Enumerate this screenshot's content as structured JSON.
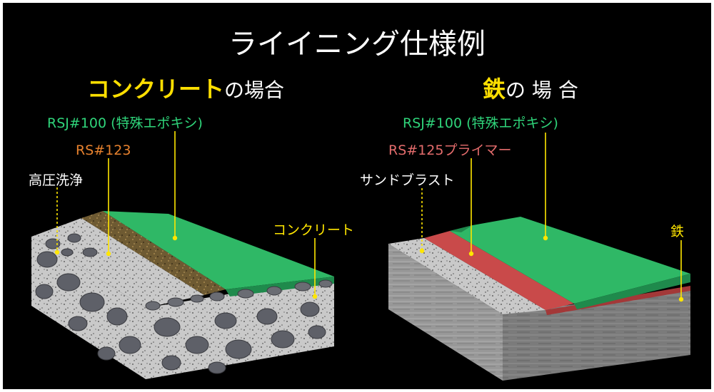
{
  "title": "ライイニング仕様例",
  "left": {
    "heading_highlight": "コンクリート",
    "heading_suffix": "の場合",
    "labels": {
      "top_coat": "RSJ#100 (特殊エポキシ)",
      "primer": "RS#123",
      "surface_prep": "高圧洗浄",
      "substrate": "コンクリート"
    }
  },
  "right": {
    "heading_highlight": "鉄",
    "heading_suffix": "の 場 合",
    "labels": {
      "top_coat": "RSJ#100 (特殊エポキシ)",
      "primer": "RS#125プライマー",
      "surface_prep": "サンドブラスト",
      "substrate": "鉄"
    }
  },
  "colors": {
    "background": "#000000",
    "top_coat": "#2fb866",
    "concrete_primer": "#6e5a32",
    "steel_primer": "#c94a4a",
    "concrete": "#8d8f95",
    "steel": "#7c7c7c",
    "label_green": "#2fd47a",
    "label_orange": "#e8822e",
    "label_yellow": "#ffe600",
    "label_pink": "#e46c6c"
  }
}
